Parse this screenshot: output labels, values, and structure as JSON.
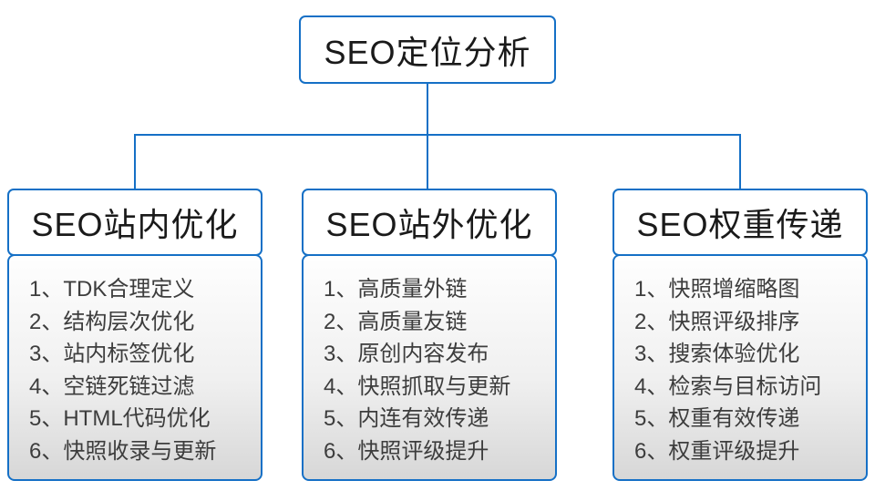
{
  "root": {
    "title": "SEO定位分析"
  },
  "columns": [
    {
      "title": "SEO站内优化",
      "items": [
        "1、TDK合理定义",
        "2、结构层次优化",
        "3、站内标签优化",
        "4、空链死链过滤",
        "5、HTML代码优化",
        "6、快照收录与更新"
      ]
    },
    {
      "title": "SEO站外优化",
      "items": [
        "1、高质量外链",
        "2、高质量友链",
        "3、原创内容发布",
        "4、快照抓取与更新",
        "5、内连有效传递",
        "6、快照评级提升"
      ]
    },
    {
      "title": "SEO权重传递",
      "items": [
        "1、快照增缩略图",
        "2、快照评级排序",
        "3、搜索体验优化",
        "4、检索与目标访问",
        "5、权重有效传递",
        "6、权重评级提升"
      ]
    }
  ],
  "colors": {
    "accent_blue": "#1570c6",
    "header_text": "#1a1a1a",
    "list_text": "#3d3d3d",
    "list_gradient_top": "#fefefe",
    "list_gradient_bottom": "#d7d7d7"
  }
}
